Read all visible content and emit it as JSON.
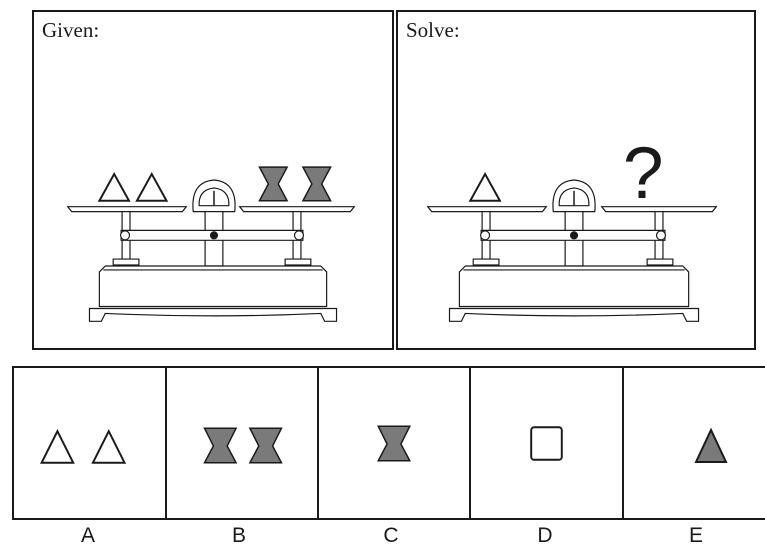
{
  "given": {
    "title": "Given:",
    "left_pan": [
      "white-triangle",
      "white-triangle"
    ],
    "right_pan": [
      "gray-hourglass",
      "gray-hourglass"
    ]
  },
  "solve": {
    "title": "Solve:",
    "left_pan": [
      "white-triangle"
    ],
    "right_pan_text": "?"
  },
  "options": [
    {
      "label": "A",
      "shapes": [
        "white-triangle",
        "white-triangle"
      ]
    },
    {
      "label": "B",
      "shapes": [
        "gray-hourglass",
        "gray-hourglass"
      ]
    },
    {
      "label": "C",
      "shapes": [
        "gray-hourglass"
      ]
    },
    {
      "label": "D",
      "shapes": [
        "white-square"
      ]
    },
    {
      "label": "E",
      "shapes": [
        "gray-triangle"
      ]
    }
  ],
  "colors": {
    "stroke": "#1a1a1a",
    "gray_fill": "#7a7a7a",
    "white_fill": "#ffffff"
  }
}
